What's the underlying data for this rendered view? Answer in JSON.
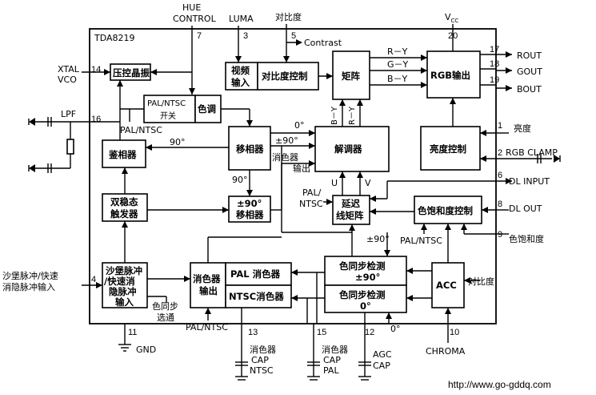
{
  "chip_name": "TDA8219",
  "top_labels": {
    "hue": "HUE",
    "control": "CONTROL",
    "luma": "LUMA",
    "contrast_cn": "对比度",
    "contrast_en": "Contrast",
    "vcc": "V",
    "vcc_sub": "CC"
  },
  "pins": {
    "p7": "7",
    "p3": "3",
    "p5": "5",
    "p20": "20",
    "p14": "14",
    "p16": "16",
    "p17": "17",
    "p18": "18",
    "p19": "19",
    "p1": "1",
    "p2": "2",
    "p6": "6",
    "p8": "8",
    "p9": "9",
    "p4": "4",
    "p11": "11",
    "p13": "13",
    "p15": "15",
    "p12": "12",
    "p10": "10"
  },
  "blocks": {
    "osc": "压控晶振",
    "pal_ntsc_switch_1": "PAL/NTSC",
    "pal_ntsc_switch_2": "开关",
    "hue": "色调",
    "video_in_1": "视频",
    "video_in_2": "输入",
    "contrast_ctrl": "对比度控制",
    "matrix": "矩阵",
    "rgb_out": "RGB输出",
    "phase_detector": "鉴相器",
    "phase_shifter": "移相器",
    "demodulator": "解调器",
    "brightness_ctrl": "亮度控制",
    "bistable_1": "双稳态",
    "bistable_2": "触发器",
    "shift90_1": "±90°",
    "shift90_2": "移相器",
    "delay_1": "延迟",
    "delay_2": "线矩阵",
    "saturation_ctrl": "色饱和度控制",
    "sandcastle_1": "沙堡脉冲",
    "sandcastle_2": "/快速消",
    "sandcastle_3": "隐脉冲",
    "sandcastle_4": "输入",
    "killer_out_1": "消色器",
    "killer_out_2": "输出",
    "pal_killer": "PAL 消色器",
    "ntsc_killer": "NTSC消色器",
    "burst_det_1": "色同步检测",
    "burst_det_2": "±90°",
    "burst_det_3": "色同步检测",
    "burst_det_4": "0°",
    "acc": "ACC"
  },
  "signals": {
    "r_y": "R－Y",
    "g_y": "G－Y",
    "b_y": "B－Y",
    "b_y_v": "B－Y",
    "r_y_v": "R－Y",
    "zero_deg": "0°",
    "plus90": "±90°",
    "ninety": "90°",
    "ninety2": "90°",
    "killer_out_a": "消色器",
    "killer_out_b": "输出",
    "u": "U",
    "v": "V",
    "pal_ntsc_a": "PAL/",
    "pal_ntsc_b": "NTSC",
    "plus90_b": "±90°",
    "pal_ntsc_c": "PAL/NTSC",
    "pal_ntsc_d": "PAL/NTSC",
    "pal_ntsc_e": "PAL/NTSC",
    "burst_gate_1": "色同步",
    "burst_gate_2": "选通",
    "zero_deg_b": "0°",
    "contrast_in": "对比度"
  },
  "ext_labels": {
    "xtal": "XTAL",
    "vco": "VCO",
    "lpf": "LPF",
    "rout": "ROUT",
    "gout": "GOUT",
    "bout": "BOUT",
    "brightness": "亮度",
    "rgb_clamp": "RGB CLAMP",
    "dl_input": "DL INPUT",
    "dl_out": "DL OUT",
    "saturation": "色饱和度",
    "sandcastle_in_1": "沙堡脉冲/快速",
    "sandcastle_in_2": "消隐脉冲输入",
    "gnd": "GND",
    "cap_ntsc_1": "消色器",
    "cap_ntsc_2": "CAP",
    "cap_ntsc_3": "NTSC",
    "cap_pal_1": "消色器",
    "cap_pal_2": "CAP",
    "cap_pal_3": "PAL",
    "agc_1": "AGC",
    "agc_2": "CAP",
    "chroma": "CHROMA"
  },
  "footer_url": "http://www.go-gddq.com"
}
